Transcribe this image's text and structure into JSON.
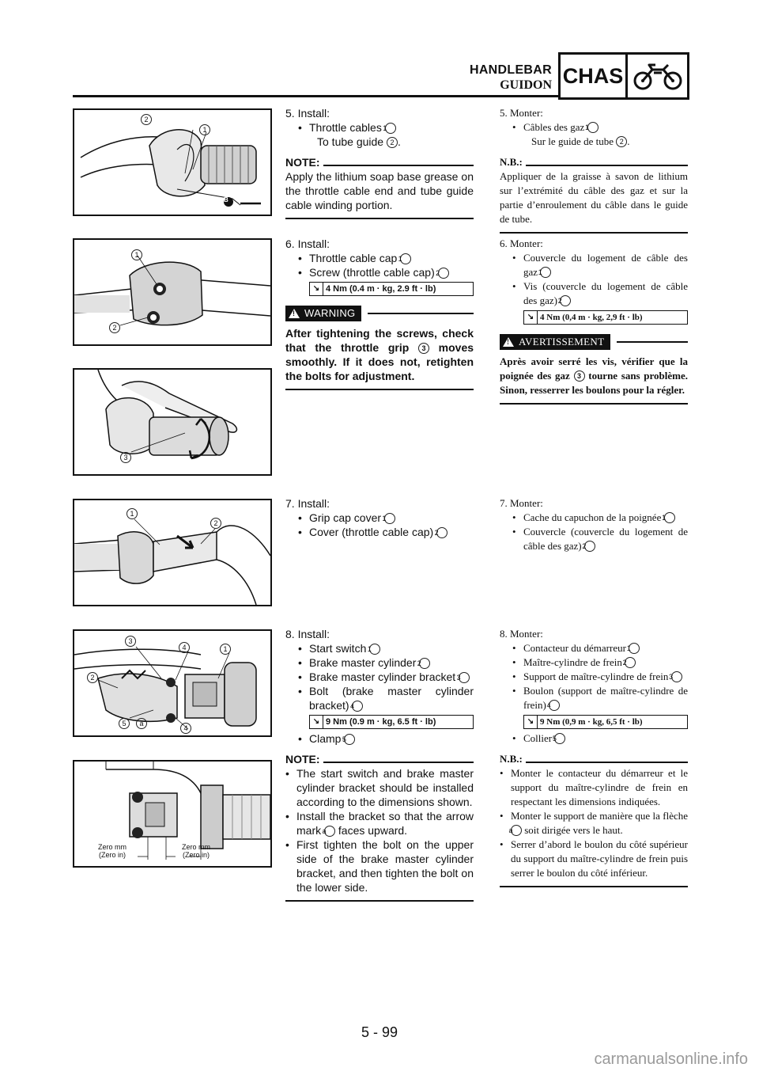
{
  "header": {
    "title_en": "HANDLEBAR",
    "title_fr": "GUIDON",
    "section": "CHAS",
    "section_icon": "motorcycle-icon"
  },
  "figures": {
    "fig1": {
      "callouts": [
        "2",
        "1"
      ],
      "mark": "B"
    },
    "fig2": {
      "callouts": [
        "1",
        "2"
      ]
    },
    "fig3": {
      "callouts": [
        "3"
      ]
    },
    "fig4": {
      "callouts": [
        "1",
        "2"
      ]
    },
    "fig5": {
      "callouts": [
        "3",
        "4",
        "1",
        "2",
        "5",
        "a",
        "4"
      ]
    },
    "fig6": {
      "dim_left_1": "Zero mm",
      "dim_left_2": "(Zero in)",
      "dim_right_1": "Zero mm",
      "dim_right_2": "(Zero in)"
    }
  },
  "en": {
    "s5": {
      "head": "5.  Install:",
      "item1": "Throttle cables",
      "item1_num": "1",
      "sub": "To tube guide",
      "sub_num": "2",
      "sub_end": ".",
      "note_label": "NOTE:",
      "note": "Apply the lithium soap base grease on the throttle cable end and tube guide cable winding portion."
    },
    "s6": {
      "head": "6.  Install:",
      "item1": "Throttle cable cap",
      "item1_num": "1",
      "item2": "Screw (throttle cable cap)",
      "item2_num": "2",
      "torque": "4 Nm (0.4 m · kg, 2.9 ft · lb)",
      "warn_label": "WARNING",
      "warn_1": "After tightening the screws, check that the throttle grip",
      "warn_num": "3",
      "warn_2": "moves smoothly. If it does not, retighten the bolts for adjustment."
    },
    "s7": {
      "head": "7.  Install:",
      "item1": "Grip cap cover",
      "item1_num": "1",
      "item2": "Cover (throttle cable cap)",
      "item2_num": "2"
    },
    "s8": {
      "head": "8.  Install:",
      "item1": "Start switch",
      "item1_num": "1",
      "item2": "Brake master cylinder",
      "item2_num": "2",
      "item3": "Brake master cylinder bracket",
      "item3_num": "3",
      "item4": "Bolt (brake master cylinder bracket)",
      "item4_num": "4",
      "torque": "9 Nm (0.9 m · kg, 6.5 ft · lb)",
      "item5": "Clamp",
      "item5_num": "5",
      "note_label": "NOTE:",
      "note1": "The start switch and brake master cylinder bracket should be installed according to the dimensions shown.",
      "note2_a": "Install the bracket so that the arrow mark",
      "note2_num": "a",
      "note2_b": "faces upward.",
      "note3": "First tighten the bolt on the upper side of the brake master cylinder bracket, and then tighten the bolt on the lower side."
    }
  },
  "fr": {
    "s5": {
      "head": "5.  Monter:",
      "item1": "Câbles des gaz",
      "item1_num": "1",
      "sub": "Sur le guide de tube",
      "sub_num": "2",
      "sub_end": ".",
      "note_label": "N.B.:",
      "note": "Appliquer de la graisse à savon de lithium sur l’extrémité du câble des gaz et sur la partie d’enroulement du câble dans le guide de tube."
    },
    "s6": {
      "head": "6.  Monter:",
      "item1": "Couvercle du logement de câble des gaz",
      "item1_num": "1",
      "item2": "Vis (couvercle du logement de câble des gaz)",
      "item2_num": "2",
      "torque": "4 Nm (0,4 m · kg, 2,9 ft · lb)",
      "warn_label": "AVERTISSEMENT",
      "warn_1": "Après avoir serré les vis, vérifier que la poignée des gaz",
      "warn_num": "3",
      "warn_2": "tourne sans problème. Sinon, resserrer les boulons pour la régler."
    },
    "s7": {
      "head": "7.  Monter:",
      "item1": "Cache du capuchon de la poignée",
      "item1_num": "1",
      "item2": "Couvercle (couvercle du logement de câble des gaz)",
      "item2_num": "2"
    },
    "s8": {
      "head": "8.  Monter:",
      "item1": "Contacteur du démarreur",
      "item1_num": "1",
      "item2": "Maître-cylindre de frein",
      "item2_num": "2",
      "item3": "Support de maître-cylindre de frein",
      "item3_num": "3",
      "item4": "Boulon (support de maître-cylindre de frein)",
      "item4_num": "4",
      "torque": "9 Nm (0,9 m · kg, 6,5 ft · lb)",
      "item5": "Collier",
      "item5_num": "5",
      "note_label": "N.B.:",
      "note1": "Monter le contacteur du démarreur et le support du maître-cylindre de frein en respectant les dimensions indiquées.",
      "note2_a": "Monter le support de manière que la flèche",
      "note2_num": "a",
      "note2_b": "soit dirigée vers le haut.",
      "note3": "Serrer d’abord le boulon du côté supérieur du support du maître-cylindre de frein puis serrer le boulon du côté inférieur."
    }
  },
  "footer": {
    "page_number": "5 - 99",
    "watermark": "carmanualsonline.info"
  }
}
